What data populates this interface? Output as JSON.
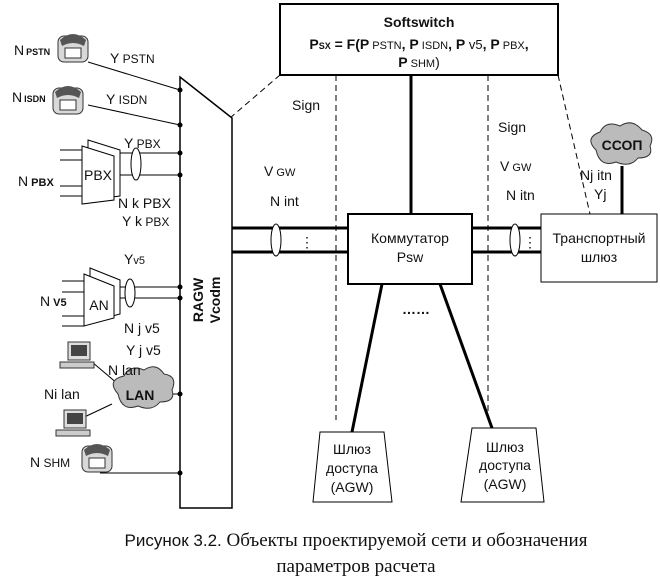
{
  "softswitch": {
    "title": "Softswitch",
    "formula_line1_a": "P",
    "formula_line1_a_sub": "SX",
    "formula_line1_b": " = F(P",
    "formula_line1_b_sub": " PSTN",
    "formula_line1_c": ", P",
    "formula_line1_c_sub": " ISDN",
    "formula_line1_d": ", P",
    "formula_line1_d_sub": " v5",
    "formula_line1_e": ", P",
    "formula_line1_e_sub": " PBX",
    "formula_line1_f": ",",
    "formula_line2_a": "P",
    "formula_line2_a_sub": " SHM",
    "formula_line2_b": ")"
  },
  "left": {
    "n_pstn": "N",
    "n_pstn_sub": "PSTN",
    "y_pstn": "Y",
    "y_pstn_sub": " PSTN",
    "n_isdn": "N",
    "n_isdn_sub": "ISDN",
    "y_isdn": "Y",
    "y_isdn_sub": " ISDN",
    "pbx_box": "PBX",
    "y_pbx": "Y",
    "y_pbx_sub": " PBX",
    "n_pbx": "N",
    "n_pbx_sub": " PBX",
    "nk_pbx": "N k PBX",
    "yk_pbx": "Y k",
    "yk_pbx_sub": " PBX",
    "yv5": "Y",
    "yv5_sub": "v5",
    "n_v5": "N",
    "n_v5_sub": " V5",
    "an_box": "AN",
    "nj_v5": "N j v5",
    "yj_v5": "Y j v5",
    "n_lan_top": "N lan",
    "n_lan": "Ni lan",
    "lan_cloud": "LAN",
    "n_shm": "N",
    "n_shm_sub": " SHM"
  },
  "ragw": {
    "line1": "RAGW",
    "line2": "Vcodm"
  },
  "middle": {
    "sign_left": "Sign",
    "v_gw_left": "V",
    "v_gw_left_sub": " GW",
    "n_int": "N int",
    "switch_line1": "Коммутатор",
    "switch_line2": "Psw",
    "dots_switch": "……",
    "dots_link_left": "⋮",
    "dots_link_right": "⋮"
  },
  "right": {
    "sign_right": "Sign",
    "v_gw_right": "V",
    "v_gw_right_sub": " GW",
    "n_itn": "N itn",
    "ccop": "ССОП",
    "nj_itn": "Nj itn",
    "yj": "Yj",
    "transport_line1": "Транспортный",
    "transport_line2": "шлюз"
  },
  "access_gw": {
    "left_line1": "Шлюз",
    "left_line2": "доступа",
    "left_line3": "(AGW)",
    "right_line1": "Шлюз",
    "right_line2": "доступа",
    "right_line3": "(AGW)"
  },
  "caption": {
    "prefix": "Рисунок 3.2.",
    "line1_rest": " Объекты проектируемой сети и обозначения",
    "line2": "параметров расчета"
  }
}
